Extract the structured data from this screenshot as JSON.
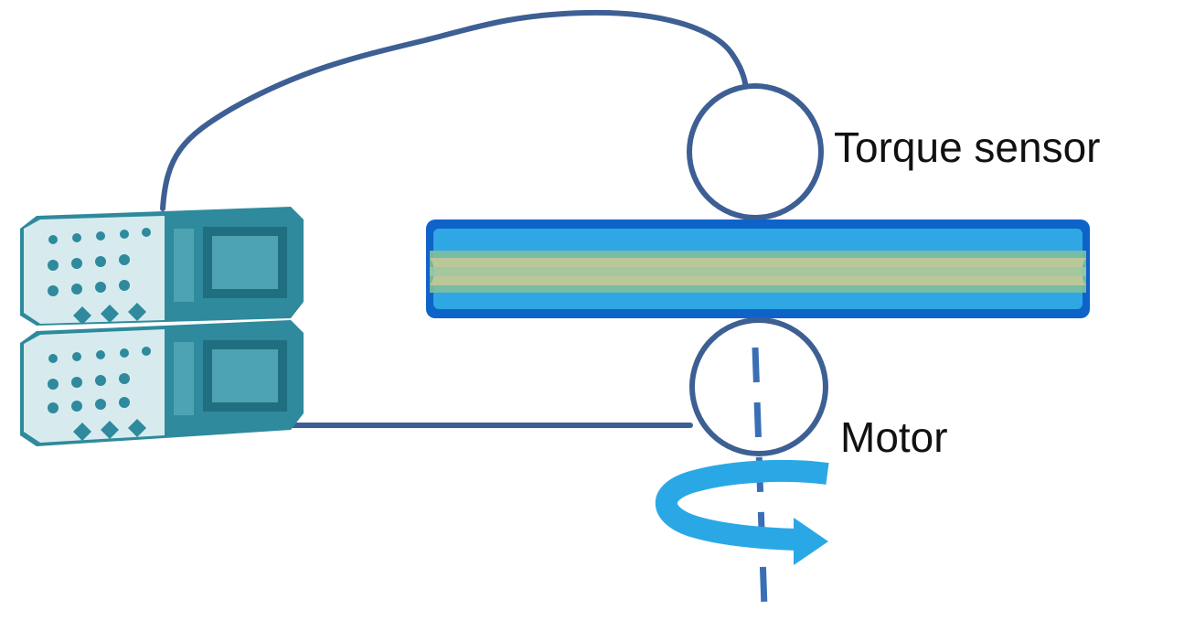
{
  "labels": {
    "torque_sensor": "Torque sensor",
    "motor": "Motor"
  },
  "components": {
    "controller": "controller-unit-icon",
    "sensor": "torque-sensor-circle",
    "sample": "layered-sample-plate",
    "motor": "motor-circle",
    "axis": "rotation-axis-dashed-line",
    "rotation": "rotation-arrow-icon"
  },
  "colors": {
    "line": "#3d5f94",
    "plate_outer": "#0e63c9",
    "plate_mid": "#2fa7e4",
    "plate_core": "#7fbf9e",
    "plate_highlight": "#f3d28c",
    "arrow": "#2aa8e6",
    "axis": "#3a6fb5",
    "controller_dark": "#2e8a9c",
    "controller_light": "#d7ebef"
  }
}
